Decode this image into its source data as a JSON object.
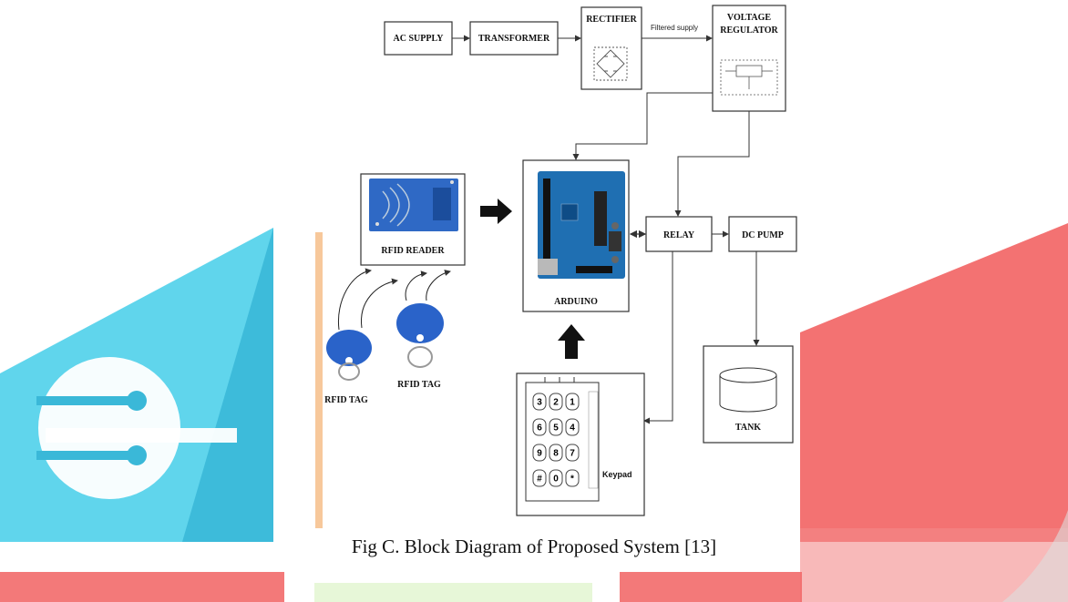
{
  "blocks": {
    "ac_supply": "AC SUPPLY",
    "transformer": "TRANSFORMER",
    "rectifier": "RECTIFIER",
    "filtered_supply": "Filtered supply",
    "voltage_regulator_1": "VOLTAGE",
    "voltage_regulator_2": "REGULATOR",
    "rfid_reader": "RFID READER",
    "arduino": "ARDUINO",
    "relay": "RELAY",
    "dc_pump": "DC PUMP",
    "tank": "TANK",
    "keypad": "Keypad",
    "rfid_tag_1": "RFID TAG",
    "rfid_tag_2": "RFID TAG"
  },
  "keypad_keys": [
    [
      "3",
      "2",
      "1"
    ],
    [
      "6",
      "5",
      "4"
    ],
    [
      "9",
      "8",
      "7"
    ],
    [
      "#",
      "0",
      "*"
    ]
  ],
  "caption": "Fig C. Block Diagram of Proposed System [13]",
  "colors": {
    "watermark_cyan": "#33c7e6",
    "watermark_red": "#f05a5a",
    "watermark_orange": "#f7c89b",
    "watermark_green": "#e7f7d8",
    "arduino_blue": "#1f6fb2",
    "tag_blue": "#2a63c9"
  }
}
